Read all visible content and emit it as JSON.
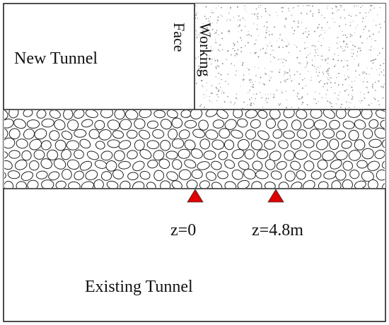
{
  "labels": {
    "new_tunnel": "New Tunnel",
    "working": "Working",
    "face": "Face",
    "existing_tunnel": "Existing Tunnel",
    "marker_left": "z=0",
    "marker_right": "z=4.8m"
  },
  "colors": {
    "outline": "#222222",
    "marker": "#e00000",
    "background": "#ffffff",
    "stone_fill": "#ffffff",
    "speckle": "#8a8a8a"
  }
}
